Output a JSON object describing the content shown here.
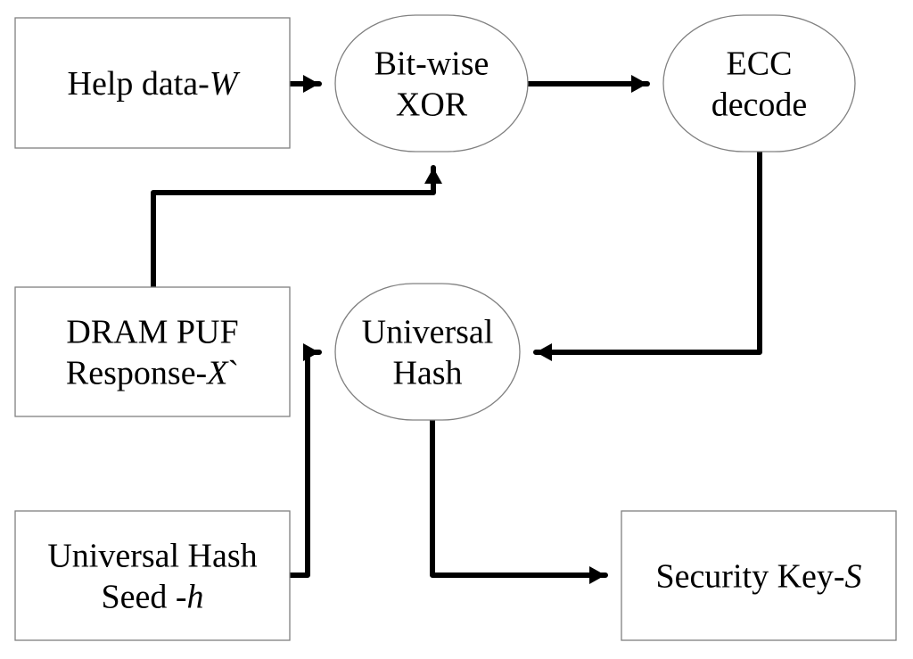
{
  "diagram": {
    "title": "",
    "nodes": [
      {
        "id": "help-data",
        "shape": "rectangle",
        "lines": [
          [
            {
              "t": "Help data-"
            },
            {
              "t": "W",
              "italic": true
            }
          ]
        ]
      },
      {
        "id": "xor",
        "shape": "terminator",
        "lines": [
          [
            {
              "t": "Bit-wise"
            }
          ],
          [
            {
              "t": "XOR"
            }
          ]
        ]
      },
      {
        "id": "ecc",
        "shape": "terminator",
        "lines": [
          [
            {
              "t": "ECC"
            }
          ],
          [
            {
              "t": "decode"
            }
          ]
        ]
      },
      {
        "id": "dram-puf",
        "shape": "rectangle",
        "lines": [
          [
            {
              "t": "DRAM PUF"
            }
          ],
          [
            {
              "t": "Response-"
            },
            {
              "t": "X",
              "italic": true
            },
            {
              "t": "`"
            }
          ]
        ]
      },
      {
        "id": "universal-hash",
        "shape": "terminator",
        "lines": [
          [
            {
              "t": "Universal"
            }
          ],
          [
            {
              "t": "Hash"
            }
          ]
        ]
      },
      {
        "id": "hash-seed",
        "shape": "rectangle",
        "lines": [
          [
            {
              "t": "Universal Hash"
            }
          ],
          [
            {
              "t": "Seed -"
            },
            {
              "t": "h",
              "italic": true
            }
          ]
        ]
      },
      {
        "id": "security-key",
        "shape": "rectangle",
        "lines": [
          [
            {
              "t": "Security Key-"
            },
            {
              "t": "S",
              "italic": true
            }
          ]
        ]
      }
    ],
    "edges": [
      {
        "from": "help-data",
        "to": "xor"
      },
      {
        "from": "xor",
        "to": "ecc"
      },
      {
        "from": "dram-puf",
        "to": "xor"
      },
      {
        "from": "ecc",
        "to": "universal-hash"
      },
      {
        "from": "hash-seed",
        "to": "universal-hash"
      },
      {
        "from": "universal-hash",
        "to": "security-key"
      }
    ],
    "colors": {
      "stroke": "#000000",
      "border": "#808080",
      "fill": "#ffffff"
    }
  }
}
